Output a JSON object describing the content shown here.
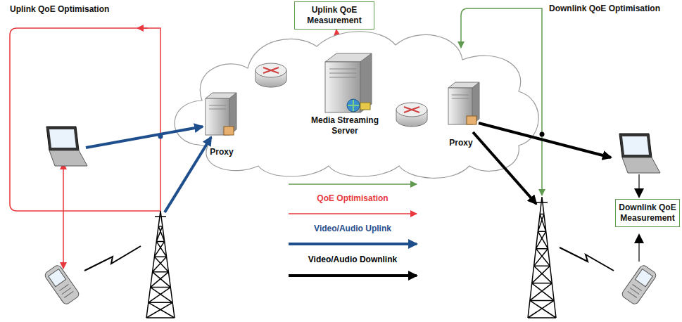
{
  "diagram": {
    "nodes": [
      {
        "text": [
          "Uplink QoE Measurement"
        ]
      },
      {
        "text": [
          "Proxy"
        ]
      },
      {
        "text": [
          "Media Streaming Server"
        ]
      },
      {
        "text": [
          "Proxy"
        ]
      },
      {
        "text": [
          "Downlink QoE Measurement"
        ]
      }
    ],
    "edges": [
      {
        "from": 2,
        "to": 0,
        "arrow": "to"
      },
      {
        "from": 1,
        "to": 2,
        "arrow": "to"
      },
      {
        "from": 2,
        "to": 3,
        "arrow": "to"
      }
    ],
    "labels": [
      "Uplink QoE Optimisation",
      "Downlink QoE Optimisation"
    ],
    "legend": [
      {
        "text": "QoE Optimisation"
      },
      {
        "text": "Video/Audio Uplink"
      },
      {
        "text": "Video/Audio Downlink"
      }
    ]
  }
}
